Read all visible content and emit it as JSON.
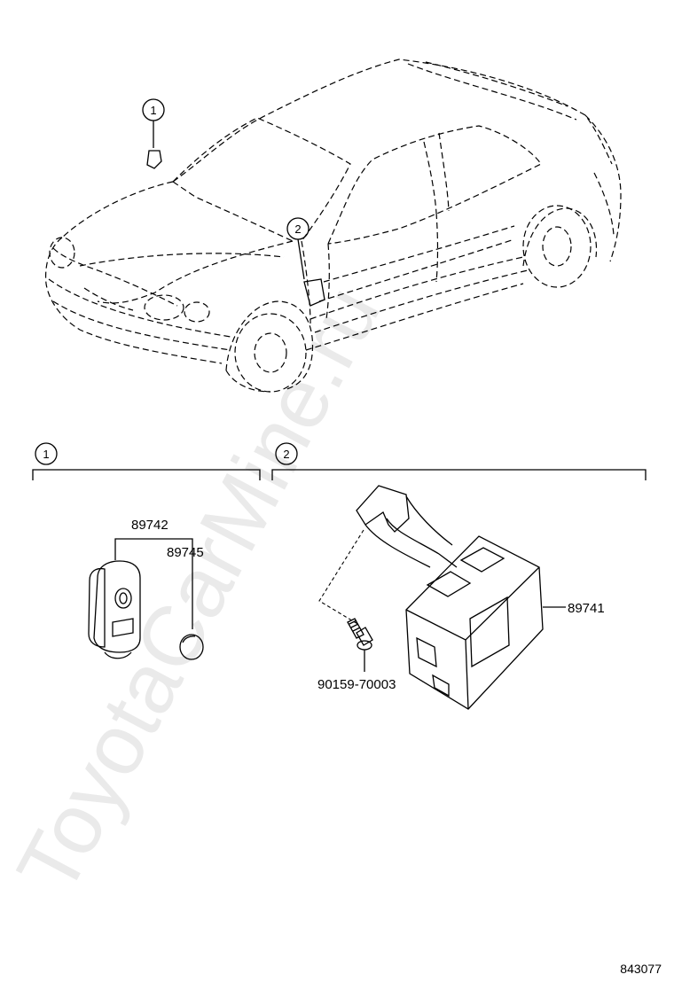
{
  "diagram": {
    "callouts": [
      {
        "id": "car-callout-1",
        "label": "1"
      },
      {
        "id": "car-callout-2",
        "label": "2"
      },
      {
        "id": "section-callout-1",
        "label": "1"
      },
      {
        "id": "section-callout-2",
        "label": "2"
      }
    ],
    "parts": {
      "transmitter": "89742",
      "battery": "89745",
      "receiver": "89741",
      "screw": "90159-70003"
    },
    "drawing_number": "843077",
    "watermark": "ToyotaCarMine.ru"
  }
}
